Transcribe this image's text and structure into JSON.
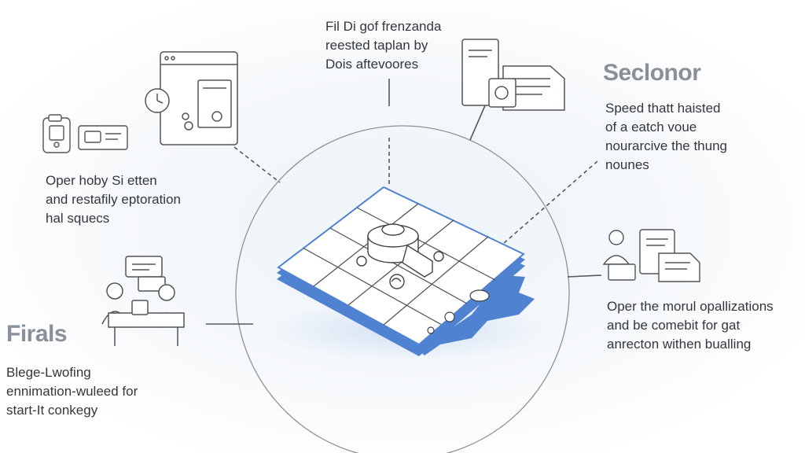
{
  "blocks": {
    "top_center": {
      "lines": [
        "Fil Di gof frenzanda",
        "reested taplan by",
        "Dois aftevoores"
      ]
    },
    "top_left": {
      "lines": [
        "Oper hoby Si etten",
        "and restafily eptoration",
        "hal squecs"
      ]
    },
    "right_top": {
      "heading": "Seclonor",
      "lines": [
        "Speed thatt haisted",
        "of a eatch voue",
        "nourarcive the thung",
        "nounes"
      ]
    },
    "right_bottom": {
      "lines": [
        "Oper the morul opallizations",
        "and be comebit for gat",
        "anrecton withen bualling"
      ]
    },
    "bottom_left": {
      "heading": "Firals",
      "lines": [
        "Blege-Lwofing",
        "ennimation-wuleed for",
        "start-It conkegy"
      ]
    }
  },
  "icons": {
    "browser": "browser-window-icon",
    "clock": "clock-icon",
    "device": "handheld-device-icon",
    "card": "card-reader-icon",
    "documents": "document-stack-icon",
    "person": "person-with-laptop-icon",
    "team": "team-meeting-icon",
    "central": "isometric-grid-platform-icon"
  },
  "colors": {
    "platform_blue": "#5f8fd6",
    "line_gray": "#6d7278",
    "heading_gray": "#8a9099"
  }
}
